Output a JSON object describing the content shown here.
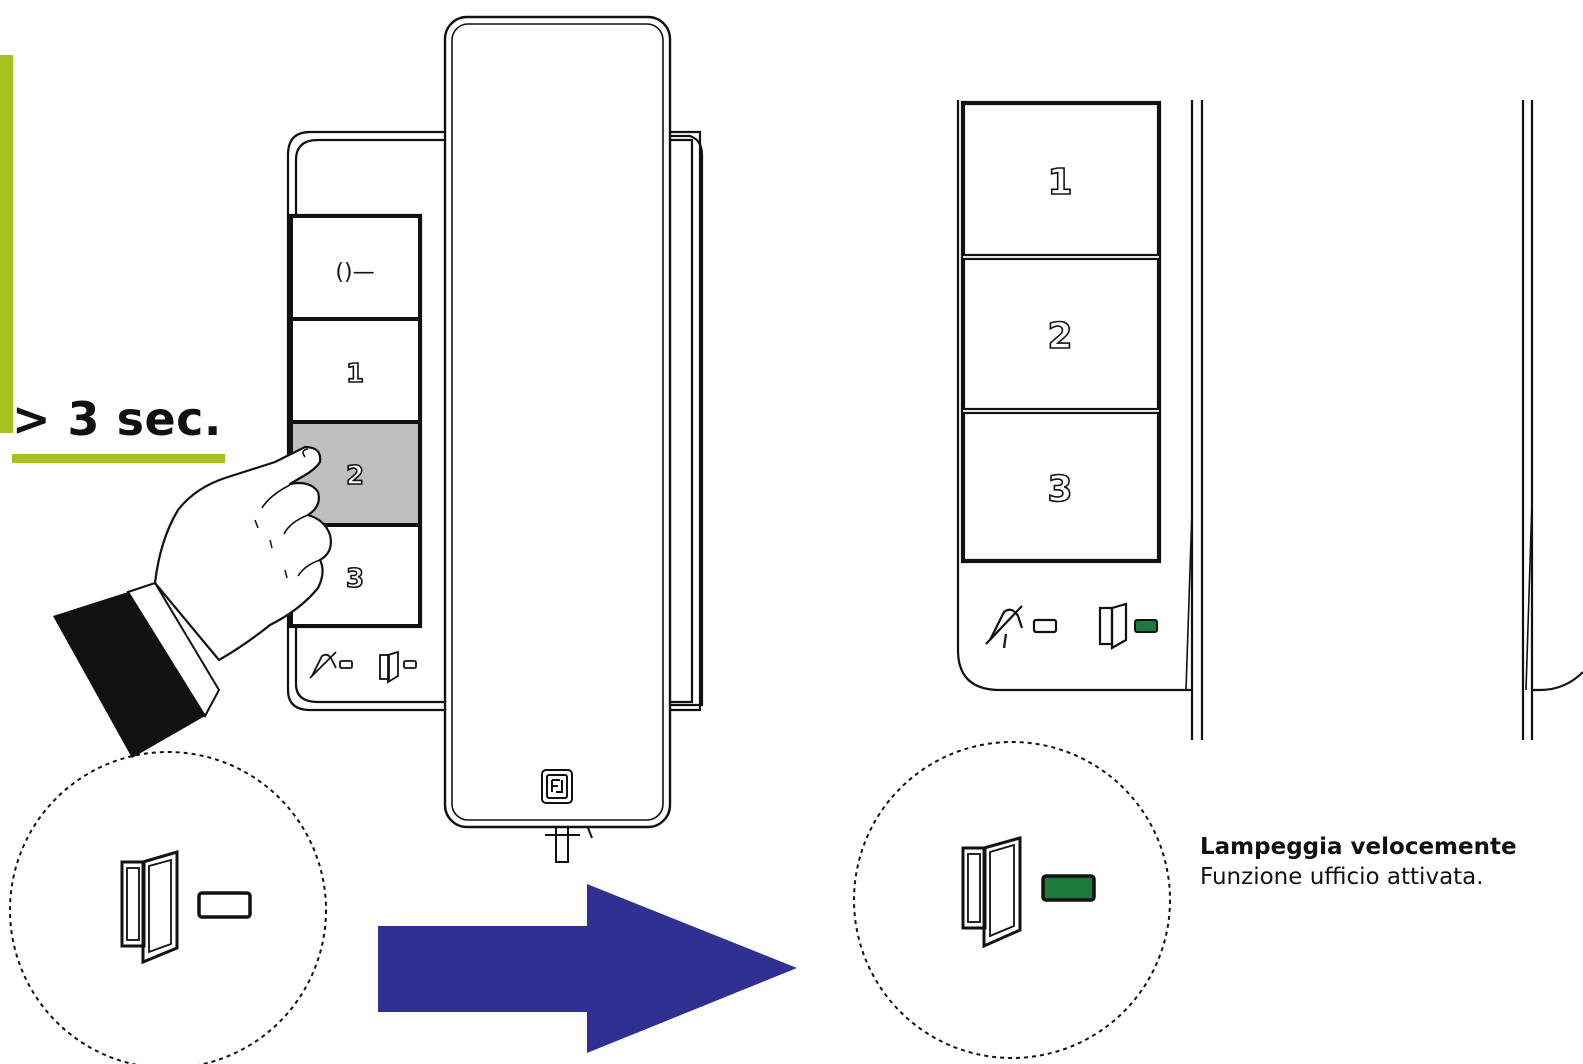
{
  "press_duration": "> 3 sec.",
  "buttons": {
    "key_symbol": "()—",
    "b1": "1",
    "b2": "2",
    "b3": "3"
  },
  "caption": {
    "title": "Lampeggia velocemente",
    "description": "Funzione ufficio attivata."
  },
  "colors": {
    "accent_green": "#a4c31d",
    "led_on": "#1e7a3c",
    "arrow_blue": "#2e3192",
    "pressed_button": "#bcbec0"
  },
  "icons": [
    "mute-icon",
    "door-icon",
    "hand-icon",
    "arrow-right-icon"
  ]
}
